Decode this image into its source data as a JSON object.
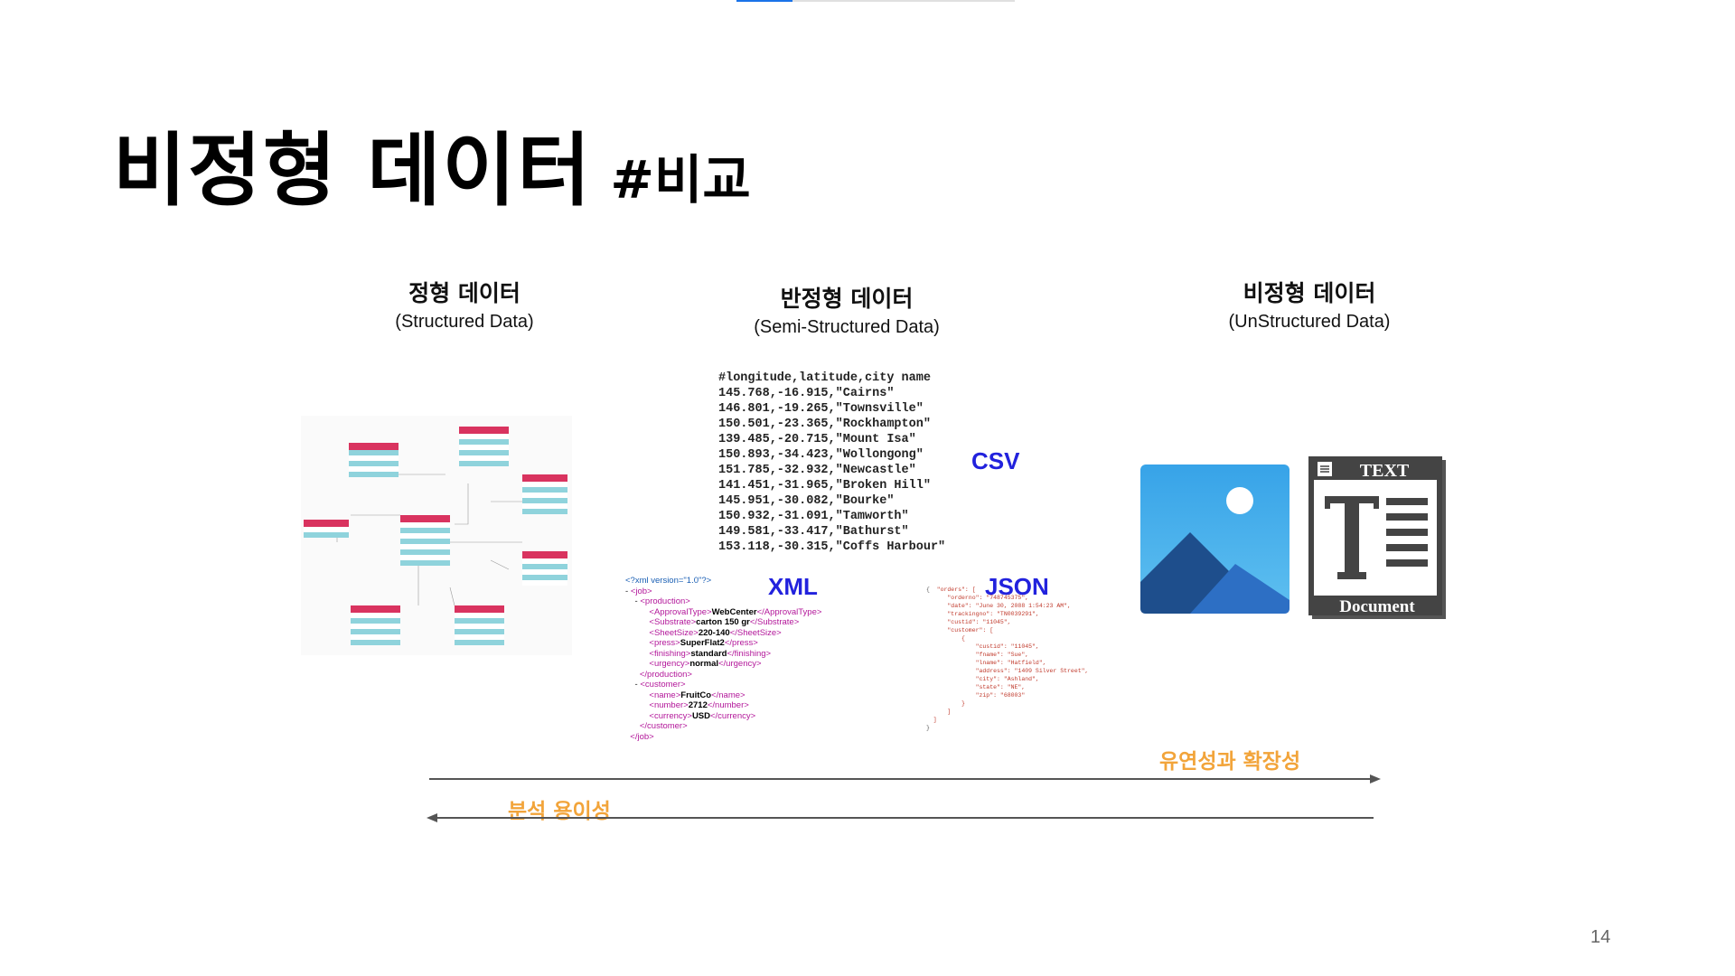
{
  "slide": {
    "title_main": "비정형 데이터",
    "title_tag": "#비교",
    "page_number": "14"
  },
  "columns": [
    {
      "title": "정형 데이터",
      "subtitle": "(Structured Data)"
    },
    {
      "title": "반정형 데이터",
      "subtitle": "(Semi-Structured Data)"
    },
    {
      "title": "비정형 데이터",
      "subtitle": "(UnStructured Data)"
    }
  ],
  "semi_structured": {
    "csv_label": "CSV",
    "xml_label": "XML",
    "json_label": "JSON",
    "csv_lines": [
      "#longitude,latitude,city name",
      "145.768,-16.915,\"Cairns\"",
      "146.801,-19.265,\"Townsville\"",
      "150.501,-23.365,\"Rockhampton\"",
      "139.485,-20.715,\"Mount Isa\"",
      "150.893,-34.423,\"Wollongong\"",
      "151.785,-32.932,\"Newcastle\"",
      "141.451,-31.965,\"Broken Hill\"",
      "145.951,-30.082,\"Bourke\"",
      "150.932,-31.091,\"Tamworth\"",
      "149.581,-33.417,\"Bathurst\"",
      "153.118,-30.315,\"Coffs Harbour\""
    ]
  },
  "unstructured": {
    "doc_header": "TEXT",
    "doc_footer": "Document",
    "icons": [
      "photo-icon",
      "text-document-icon"
    ]
  },
  "arrows": {
    "right_label": "유연성과 확장성",
    "left_label": "분석 용이성",
    "color": "#f2a43a"
  },
  "colors": {
    "label_blue": "#2222dd",
    "erd_header": "#d9335f",
    "erd_row": "#8fd3dc"
  }
}
